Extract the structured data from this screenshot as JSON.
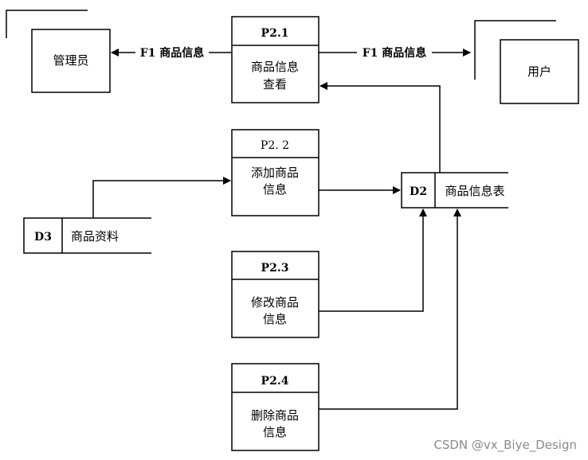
{
  "external_entities": {
    "admin": "管理员",
    "user": "用户"
  },
  "processes": {
    "p21": {
      "id": "P2.1",
      "name_line1": "商品信息",
      "name_line2": "查看"
    },
    "p22": {
      "id": "P2. 2",
      "name_line1": "添加商品",
      "name_line2": "信息"
    },
    "p23": {
      "id": "P2.3",
      "name_line1": "修改商品",
      "name_line2": "信息"
    },
    "p24": {
      "id": "P2.4",
      "name_line1": "删除商品",
      "name_line2": "信息"
    }
  },
  "data_stores": {
    "d2": {
      "id": "D2",
      "name": "商品信息表"
    },
    "d3": {
      "id": "D3",
      "name": "商品资料"
    }
  },
  "flows": {
    "to_admin": "F1 商品信息",
    "to_user": "F1 商品信息"
  },
  "watermark": "CSDN @vx_Biye_Design"
}
